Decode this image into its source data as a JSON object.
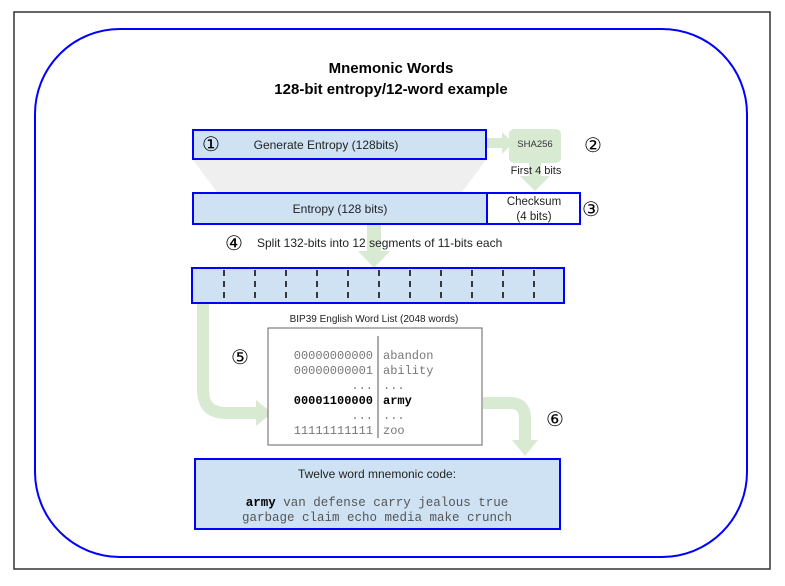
{
  "title": {
    "line1": "Mnemonic Words",
    "line2": "128-bit entropy/12-word example"
  },
  "steps": {
    "s1": {
      "marker": "①",
      "label": "Generate Entropy (128bits)"
    },
    "s2": {
      "marker": "②",
      "label": "SHA256",
      "sublabel": "First 4 bits"
    },
    "s3": {
      "marker": "③",
      "entropy_label": "Entropy (128 bits)",
      "checksum_line1": "Checksum",
      "checksum_line2": "(4 bits)"
    },
    "s4": {
      "marker": "④",
      "label": "Split 132-bits into 12 segments of 11-bits each",
      "segment_count": 12
    },
    "s5": {
      "marker": "⑤"
    },
    "s6": {
      "marker": "⑥"
    }
  },
  "wordlist": {
    "title": "BIP39 English Word List (2048 words)",
    "rows": [
      {
        "bits": "00000000000",
        "word": "abandon",
        "bold": false
      },
      {
        "bits": "00000000001",
        "word": "ability",
        "bold": false
      },
      {
        "bits": "...",
        "word": "...",
        "bold": false
      },
      {
        "bits": "00001100000",
        "word": "army",
        "bold": true
      },
      {
        "bits": "...",
        "word": "...",
        "bold": false
      },
      {
        "bits": "11111111111",
        "word": "zoo",
        "bold": false
      }
    ]
  },
  "mnemonic": {
    "title": "Twelve word mnemonic code:",
    "first_word": "army",
    "line1_rest": " van defense carry jealous true",
    "line2": "garbage claim echo media make crunch"
  },
  "colors": {
    "box_fill": "#cfe2f3",
    "box_stroke": "#0000ff",
    "arrow_green": "#d9ead3",
    "funnel_gray": "#efefef",
    "outline_blue": "#0000ff",
    "text_gray": "#666666"
  }
}
